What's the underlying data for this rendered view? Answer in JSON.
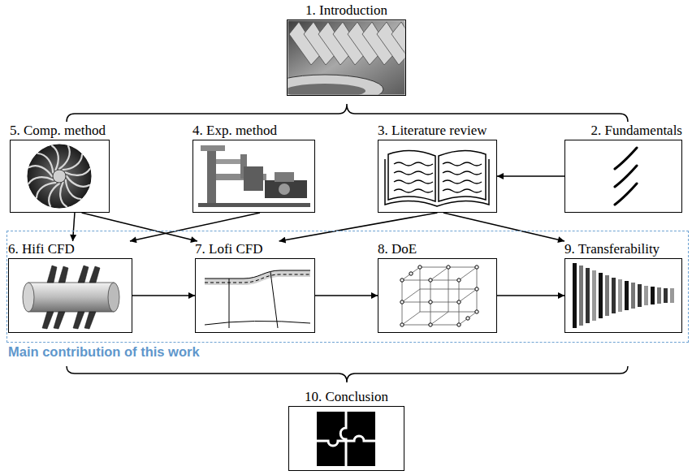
{
  "diagram": {
    "nodes": [
      {
        "text": [
          "1. Introduction"
        ]
      },
      {
        "text": [
          "5. Comp. method"
        ]
      },
      {
        "text": [
          "4. Exp. method"
        ]
      },
      {
        "text": [
          "3. Literature review"
        ]
      },
      {
        "text": [
          "2. Fundamentals"
        ]
      },
      {
        "text": [
          "Main contribution of this work"
        ]
      },
      {
        "text": [
          "6. Hifi CFD"
        ],
        "in": 5
      },
      {
        "text": [
          "7. Lofi CFD"
        ],
        "in": 5
      },
      {
        "text": [
          "8. DoE"
        ],
        "in": 5
      },
      {
        "text": [
          "9. Transferability"
        ],
        "in": 5
      },
      {
        "text": [
          "10. Conclusion"
        ]
      }
    ],
    "edges": [
      {
        "from": 4,
        "to": 3,
        "arrow": "to"
      },
      {
        "from": 1,
        "to": 6,
        "arrow": "to"
      },
      {
        "from": 1,
        "to": 7,
        "arrow": "to"
      },
      {
        "from": 2,
        "to": 6,
        "arrow": "to"
      },
      {
        "from": 3,
        "to": 7,
        "arrow": "to"
      },
      {
        "from": 3,
        "to": 9,
        "arrow": "to"
      },
      {
        "from": 6,
        "to": 7,
        "arrow": "to"
      },
      {
        "from": 7,
        "to": 8,
        "arrow": "to"
      },
      {
        "from": 8,
        "to": 9,
        "arrow": "to"
      }
    ]
  }
}
